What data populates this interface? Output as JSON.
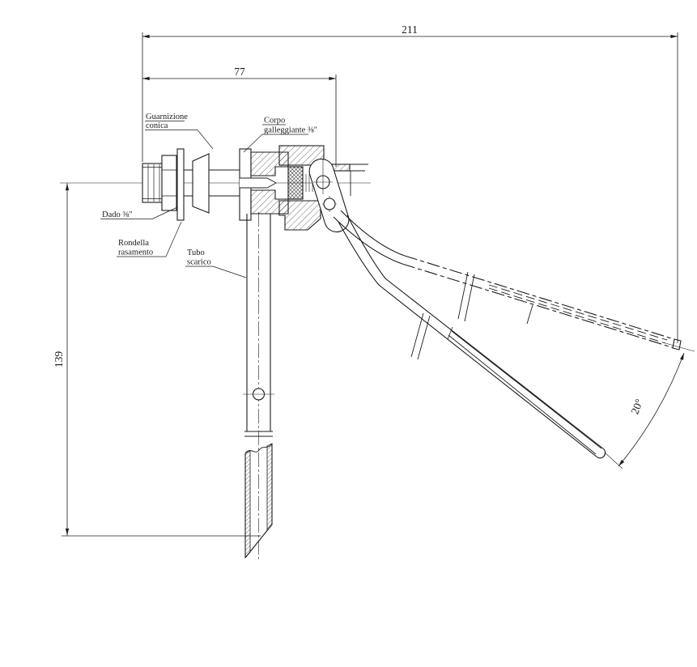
{
  "drawing": {
    "title": "float-valve-technical-drawing",
    "background": "#ffffff",
    "line_color": "#1c1c1c",
    "dimensions": {
      "overall_length": "211",
      "body_length": "77",
      "drop_height": "139",
      "float_arm_angle": "20°"
    },
    "labels": {
      "gasket_line1": "Guarnizione",
      "gasket_line2": "conica",
      "body_line1": "Corpo",
      "body_line2": "galleggiante ⅜\"",
      "nut": "Dado ⅜\"",
      "washer_line1": "Rondella",
      "washer_line2": "rasamento",
      "tube_line1": "Tubo",
      "tube_line2": "scarico"
    }
  }
}
